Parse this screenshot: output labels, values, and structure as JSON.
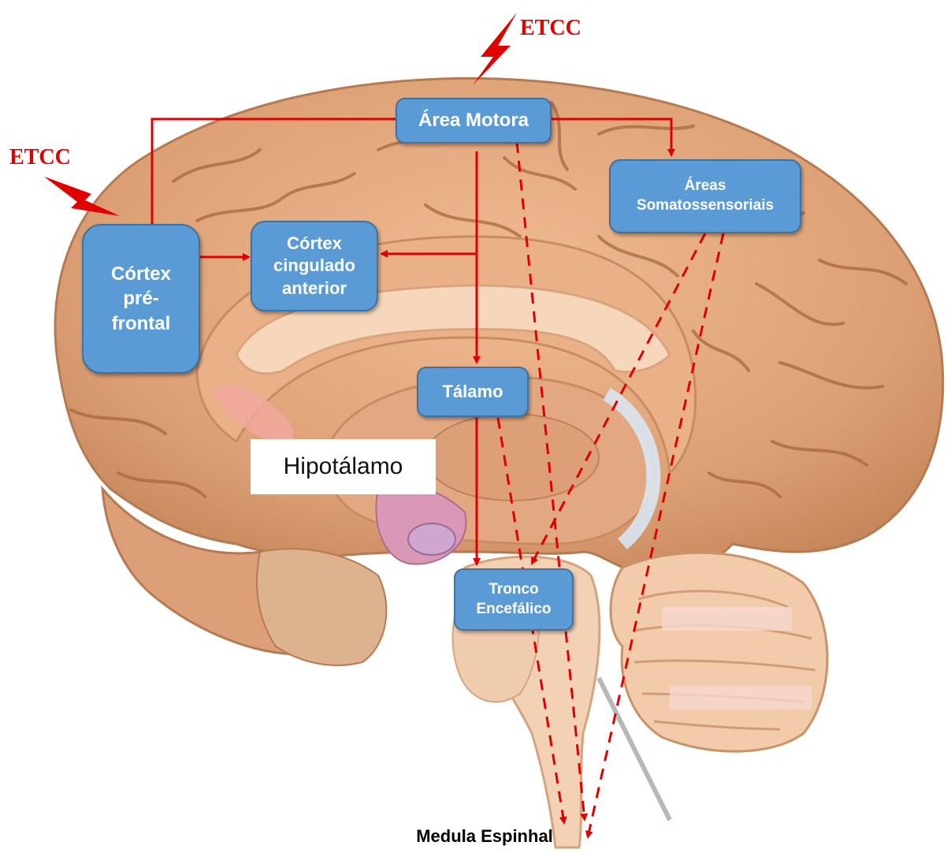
{
  "labels": {
    "etcc_top": "ETCC",
    "etcc_left": "ETCC",
    "area_motora": "Área Motora",
    "areas_somatossensoriais": "Áreas Somatossensoriais",
    "cortex_pre_frontal": "Córtex pré-frontal",
    "cortex_cingulado_anterior": "Córtex cingulado anterior",
    "talamo": "Tálamo",
    "hipotalamo": "Hipotálamo",
    "tronco_encefalico": "Tronco Encefálico",
    "medula_espinhal": "Medula Espinhal"
  },
  "colors": {
    "box_fill": "#5b9bd5",
    "box_border": "#41719c",
    "arrow": "#e00000",
    "brain": "#e2a47a"
  },
  "icons": [
    "lightning-bolt-icon",
    "brain-illustration"
  ]
}
